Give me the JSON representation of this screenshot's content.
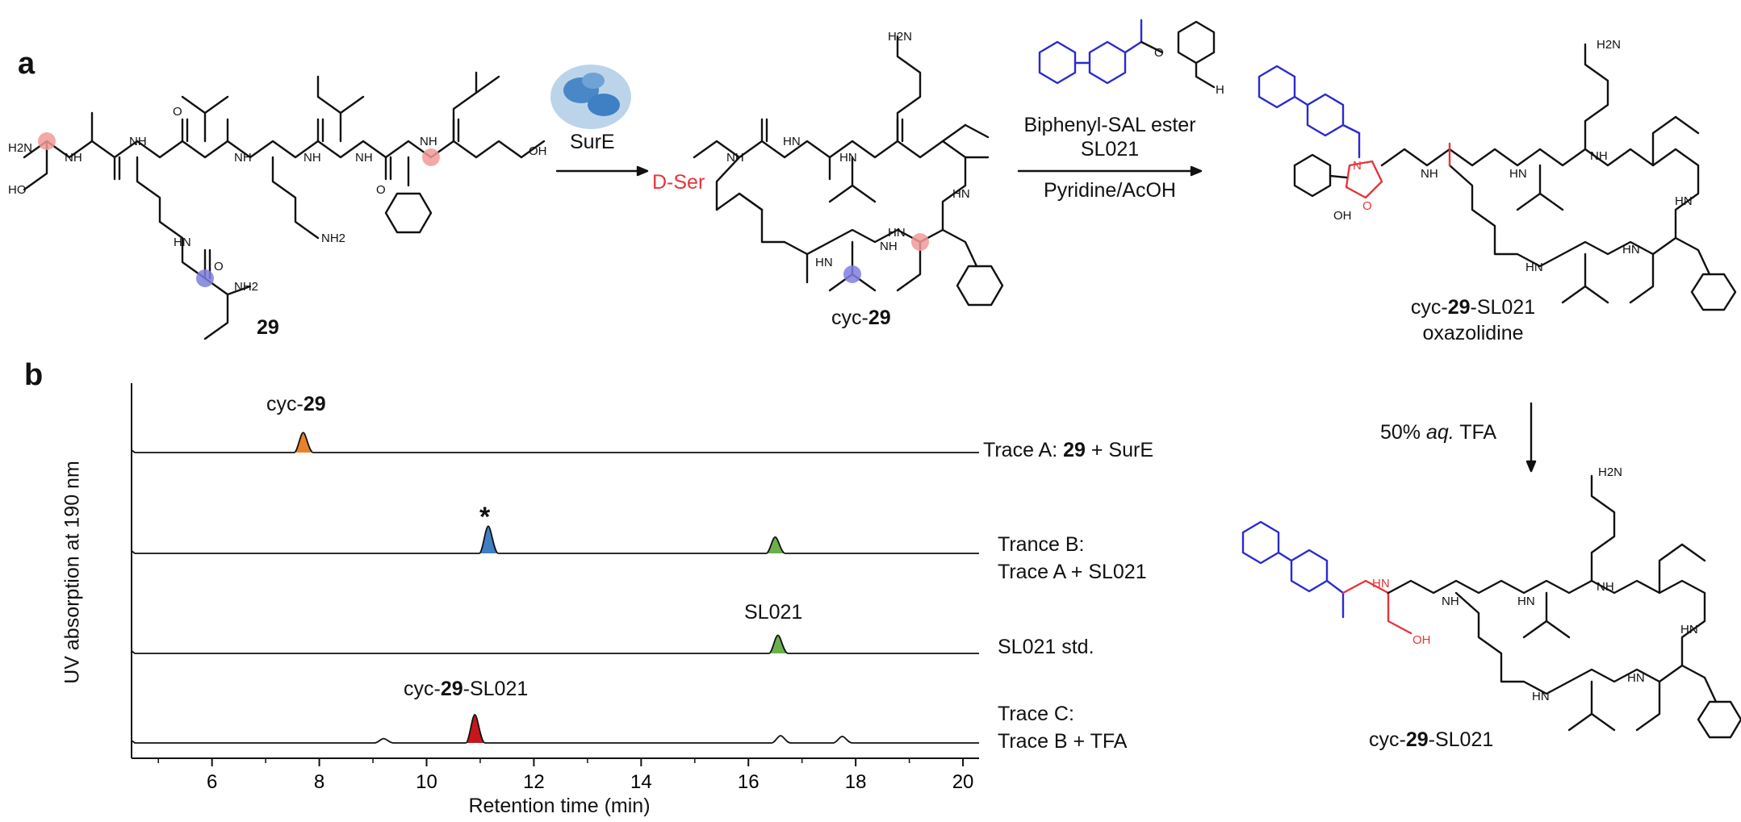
{
  "panels": {
    "a": "a",
    "b": "b"
  },
  "compounds": {
    "linear": "29",
    "cyclic_prefix": "cyc-",
    "cyclic_num": "29",
    "dser": "D-Ser",
    "ox_prefix": "cyc-",
    "ox_num": "29",
    "ox_suffix": "-SL021",
    "ox_line2": "oxazolidine",
    "final_prefix": "cyc-",
    "final_num": "29",
    "final_suffix": "-SL021"
  },
  "atoms": {
    "h2n": "H2N",
    "ho": "HO",
    "oh": "OH",
    "nh": "NH",
    "hn": "HN",
    "nh2": "NH2",
    "o": "O",
    "n": "N",
    "h": "H"
  },
  "arrows": {
    "step1": "SurE",
    "step2_line1": "Biphenyl-SAL ester",
    "step2_line2": "SL021",
    "step2_line3": "Pyridine/AcOH",
    "step3_pct": "50% ",
    "step3_aq": "aq.",
    "step3_rest": " TFA"
  },
  "colors": {
    "red": "#e8343a",
    "blue": "#2a2ad0",
    "orange": "#e8822a",
    "blue_peak": "#3f7fc4",
    "green": "#6ab04c",
    "dark_red": "#c8161d",
    "pink_dot": "#f29a9a",
    "violet_dot": "#7f7fe0"
  },
  "chart": {
    "ylabel": "UV absorption at 190 nm",
    "xlabel": "Retention time (min)",
    "peak_labels": {
      "cyc29_prefix": "cyc-",
      "cyc29_num": "29",
      "star": "*",
      "sl021": "SL021",
      "cycsl_prefix": "cyc-",
      "cycsl_num": "29",
      "cycsl_suffix": "-SL021"
    },
    "traces": [
      {
        "line1_pre": "Trace A: ",
        "line1_bold": "29",
        "line1_post": " + SurE",
        "line2": ""
      },
      {
        "line1_pre": "Trance B:",
        "line1_bold": "",
        "line1_post": "",
        "line2": "Trace A + SL021"
      },
      {
        "line1_pre": "SL021 std.",
        "line1_bold": "",
        "line1_post": "",
        "line2": ""
      },
      {
        "line1_pre": "Trace C:",
        "line1_bold": "",
        "line1_post": "",
        "line2": "Trace B + TFA"
      }
    ]
  },
  "chart_data": {
    "type": "line",
    "xlabel": "Retention time (min)",
    "ylabel": "UV absorption at 190 nm",
    "xlim": [
      4.5,
      20.3
    ],
    "xticks": [
      6,
      8,
      10,
      12,
      14,
      16,
      18,
      20
    ],
    "series": [
      {
        "name": "Trace A: 29 + SurE",
        "peaks": [
          {
            "x": 7.7,
            "height": 0.55,
            "fill": "#e8822a"
          }
        ]
      },
      {
        "name": "Trance B: Trace A + SL021",
        "peaks": [
          {
            "x": 11.15,
            "height": 0.75,
            "fill": "#3f7fc4"
          },
          {
            "x": 16.5,
            "height": 0.45,
            "fill": "#6ab04c"
          }
        ]
      },
      {
        "name": "SL021 std.",
        "peaks": [
          {
            "x": 16.55,
            "height": 0.5,
            "fill": "#6ab04c"
          }
        ]
      },
      {
        "name": "Trace C: Trace B + TFA",
        "peaks": [
          {
            "x": 10.9,
            "height": 0.78,
            "fill": "#c8161d"
          },
          {
            "x": 16.6,
            "height": 0.2,
            "fill": ""
          },
          {
            "x": 17.75,
            "height": 0.18,
            "fill": ""
          },
          {
            "x": 9.2,
            "height": 0.12,
            "fill": ""
          }
        ]
      }
    ]
  }
}
